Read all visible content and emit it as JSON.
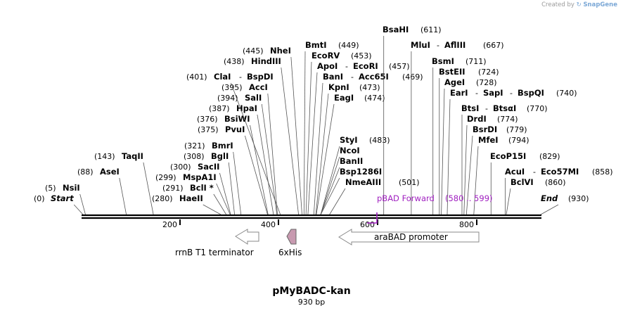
{
  "credit": {
    "prefix": "Created by",
    "brand": "SnapGene"
  },
  "plasmid": {
    "name": "pMyBADC-kan",
    "length": "930 bp"
  },
  "ruler": [
    "200",
    "400",
    "600",
    "800"
  ],
  "sites": [
    {
      "id": "s1",
      "pos": "(0)",
      "parts": [
        {
          "t": "Start",
          "i": true
        }
      ],
      "bp": 0
    },
    {
      "id": "s2",
      "pos": "(5)",
      "parts": [
        {
          "t": "NsiI"
        }
      ],
      "bp": 5
    },
    {
      "id": "s3",
      "pos": "(88)",
      "parts": [
        {
          "t": "AseI"
        }
      ],
      "bp": 88
    },
    {
      "id": "s4",
      "pos": "(143)",
      "parts": [
        {
          "t": "TaqII"
        }
      ],
      "bp": 143
    },
    {
      "id": "s5",
      "pos": "(280)",
      "parts": [
        {
          "t": "HaeII"
        }
      ],
      "bp": 280
    },
    {
      "id": "s6",
      "pos": "(291)",
      "parts": [
        {
          "t": "BclI *"
        }
      ],
      "bp": 291
    },
    {
      "id": "s7",
      "pos": "(299)",
      "parts": [
        {
          "t": "MspA1I"
        }
      ],
      "bp": 299
    },
    {
      "id": "s8",
      "pos": "(300)",
      "parts": [
        {
          "t": "SacII"
        }
      ],
      "bp": 300
    },
    {
      "id": "s9",
      "pos": "(308)",
      "parts": [
        {
          "t": "BglI"
        }
      ],
      "bp": 308
    },
    {
      "id": "s10",
      "pos": "(321)",
      "parts": [
        {
          "t": "BmrI"
        }
      ],
      "bp": 321
    },
    {
      "id": "s11",
      "pos": "(375)",
      "parts": [
        {
          "t": "PvuI"
        }
      ],
      "bp": 375
    },
    {
      "id": "s12",
      "pos": "(376)",
      "parts": [
        {
          "t": "BsiWI"
        }
      ],
      "bp": 376
    },
    {
      "id": "s13",
      "pos": "(387)",
      "parts": [
        {
          "t": "HpaI"
        }
      ],
      "bp": 387
    },
    {
      "id": "s14",
      "pos": "(394)",
      "parts": [
        {
          "t": "SalI"
        }
      ],
      "bp": 394
    },
    {
      "id": "s15",
      "pos": "(395)",
      "parts": [
        {
          "t": "AccI"
        }
      ],
      "bp": 395
    },
    {
      "id": "s16",
      "pos": "(401)",
      "parts": [
        {
          "t": "ClaI"
        },
        {
          "t": "BspDI"
        }
      ],
      "bp": 401
    },
    {
      "id": "s17",
      "pos": "(438)",
      "parts": [
        {
          "t": "HindIII"
        }
      ],
      "bp": 438
    },
    {
      "id": "s18",
      "pos": "(445)",
      "parts": [
        {
          "t": "NheI"
        }
      ],
      "bp": 445
    },
    {
      "id": "s19",
      "pos": "(449)",
      "parts": [
        {
          "t": "BmtI"
        }
      ],
      "bp": 449
    },
    {
      "id": "s20",
      "pos": "(453)",
      "parts": [
        {
          "t": "EcoRV"
        }
      ],
      "bp": 453
    },
    {
      "id": "s21",
      "pos": "(457)",
      "parts": [
        {
          "t": "ApoI"
        },
        {
          "t": "EcoRI"
        }
      ],
      "bp": 457
    },
    {
      "id": "s22",
      "pos": "(469)",
      "parts": [
        {
          "t": "BanI"
        },
        {
          "t": "Acc65I"
        }
      ],
      "bp": 469
    },
    {
      "id": "s23",
      "pos": "(473)",
      "parts": [
        {
          "t": "KpnI"
        }
      ],
      "bp": 473
    },
    {
      "id": "s24",
      "pos": "(474)",
      "parts": [
        {
          "t": "EagI"
        }
      ],
      "bp": 474
    },
    {
      "id": "s25",
      "pos": "(483)",
      "parts": [
        {
          "t": "StyI"
        }
      ],
      "bp": 483
    },
    {
      "id": "s26",
      "pos": "",
      "parts": [
        {
          "t": "NcoI"
        }
      ],
      "bp": 483
    },
    {
      "id": "s27",
      "pos": "",
      "parts": [
        {
          "t": "BanII"
        }
      ],
      "bp": 483
    },
    {
      "id": "s28",
      "pos": "",
      "parts": [
        {
          "t": "Bsp1286I"
        }
      ],
      "bp": 483
    },
    {
      "id": "s29",
      "pos": "(501)",
      "parts": [
        {
          "t": "NmeAIII"
        }
      ],
      "bp": 501
    },
    {
      "id": "s30",
      "pos": "(611)",
      "parts": [
        {
          "t": "BsaHI"
        }
      ],
      "bp": 611
    },
    {
      "id": "s31",
      "pos": "(667)",
      "parts": [
        {
          "t": "MluI"
        },
        {
          "t": "AflIII"
        }
      ],
      "bp": 667
    },
    {
      "id": "s32",
      "pos": "(711)",
      "parts": [
        {
          "t": "BsmI"
        }
      ],
      "bp": 711
    },
    {
      "id": "s33",
      "pos": "(724)",
      "parts": [
        {
          "t": "BstEII"
        }
      ],
      "bp": 724
    },
    {
      "id": "s34",
      "pos": "(728)",
      "parts": [
        {
          "t": "AgeI"
        }
      ],
      "bp": 728
    },
    {
      "id": "s35",
      "pos": "(740)",
      "parts": [
        {
          "t": "EarI"
        },
        {
          "t": "SapI"
        },
        {
          "t": "BspQI"
        }
      ],
      "bp": 740
    },
    {
      "id": "s36",
      "pos": "(770)",
      "parts": [
        {
          "t": "BtsI"
        },
        {
          "t": "BtsαI"
        }
      ],
      "bp": 770
    },
    {
      "id": "s37",
      "pos": "(774)",
      "parts": [
        {
          "t": "DrdI"
        }
      ],
      "bp": 774
    },
    {
      "id": "s38",
      "pos": "(779)",
      "parts": [
        {
          "t": "BsrDI"
        }
      ],
      "bp": 779
    },
    {
      "id": "s39",
      "pos": "(794)",
      "parts": [
        {
          "t": "MfeI"
        }
      ],
      "bp": 794
    },
    {
      "id": "s40",
      "pos": "(829)",
      "parts": [
        {
          "t": "EcoP15I"
        }
      ],
      "bp": 829
    },
    {
      "id": "s41",
      "pos": "(858)",
      "parts": [
        {
          "t": "AcuI"
        },
        {
          "t": "Eco57MI"
        }
      ],
      "bp": 858
    },
    {
      "id": "s42",
      "pos": "(860)",
      "parts": [
        {
          "t": "BclVI"
        }
      ],
      "bp": 860
    },
    {
      "id": "s43",
      "pos": "(930)",
      "parts": [
        {
          "t": "End",
          "i": true
        }
      ],
      "bp": 930
    }
  ],
  "primer": {
    "name": "pBAD Forward",
    "range": "(580 .. 599)",
    "color": "#a020c0"
  },
  "features": [
    {
      "id": "rrnb",
      "label": "rrnB T1 terminator",
      "color": "#ffffff",
      "direction": "reverse"
    },
    {
      "id": "his",
      "label": "6xHis",
      "color": "#c89ab0",
      "direction": "reverse"
    },
    {
      "id": "arabad",
      "label": "araBAD promoter",
      "color": "#ffffff",
      "direction": "reverse"
    }
  ]
}
